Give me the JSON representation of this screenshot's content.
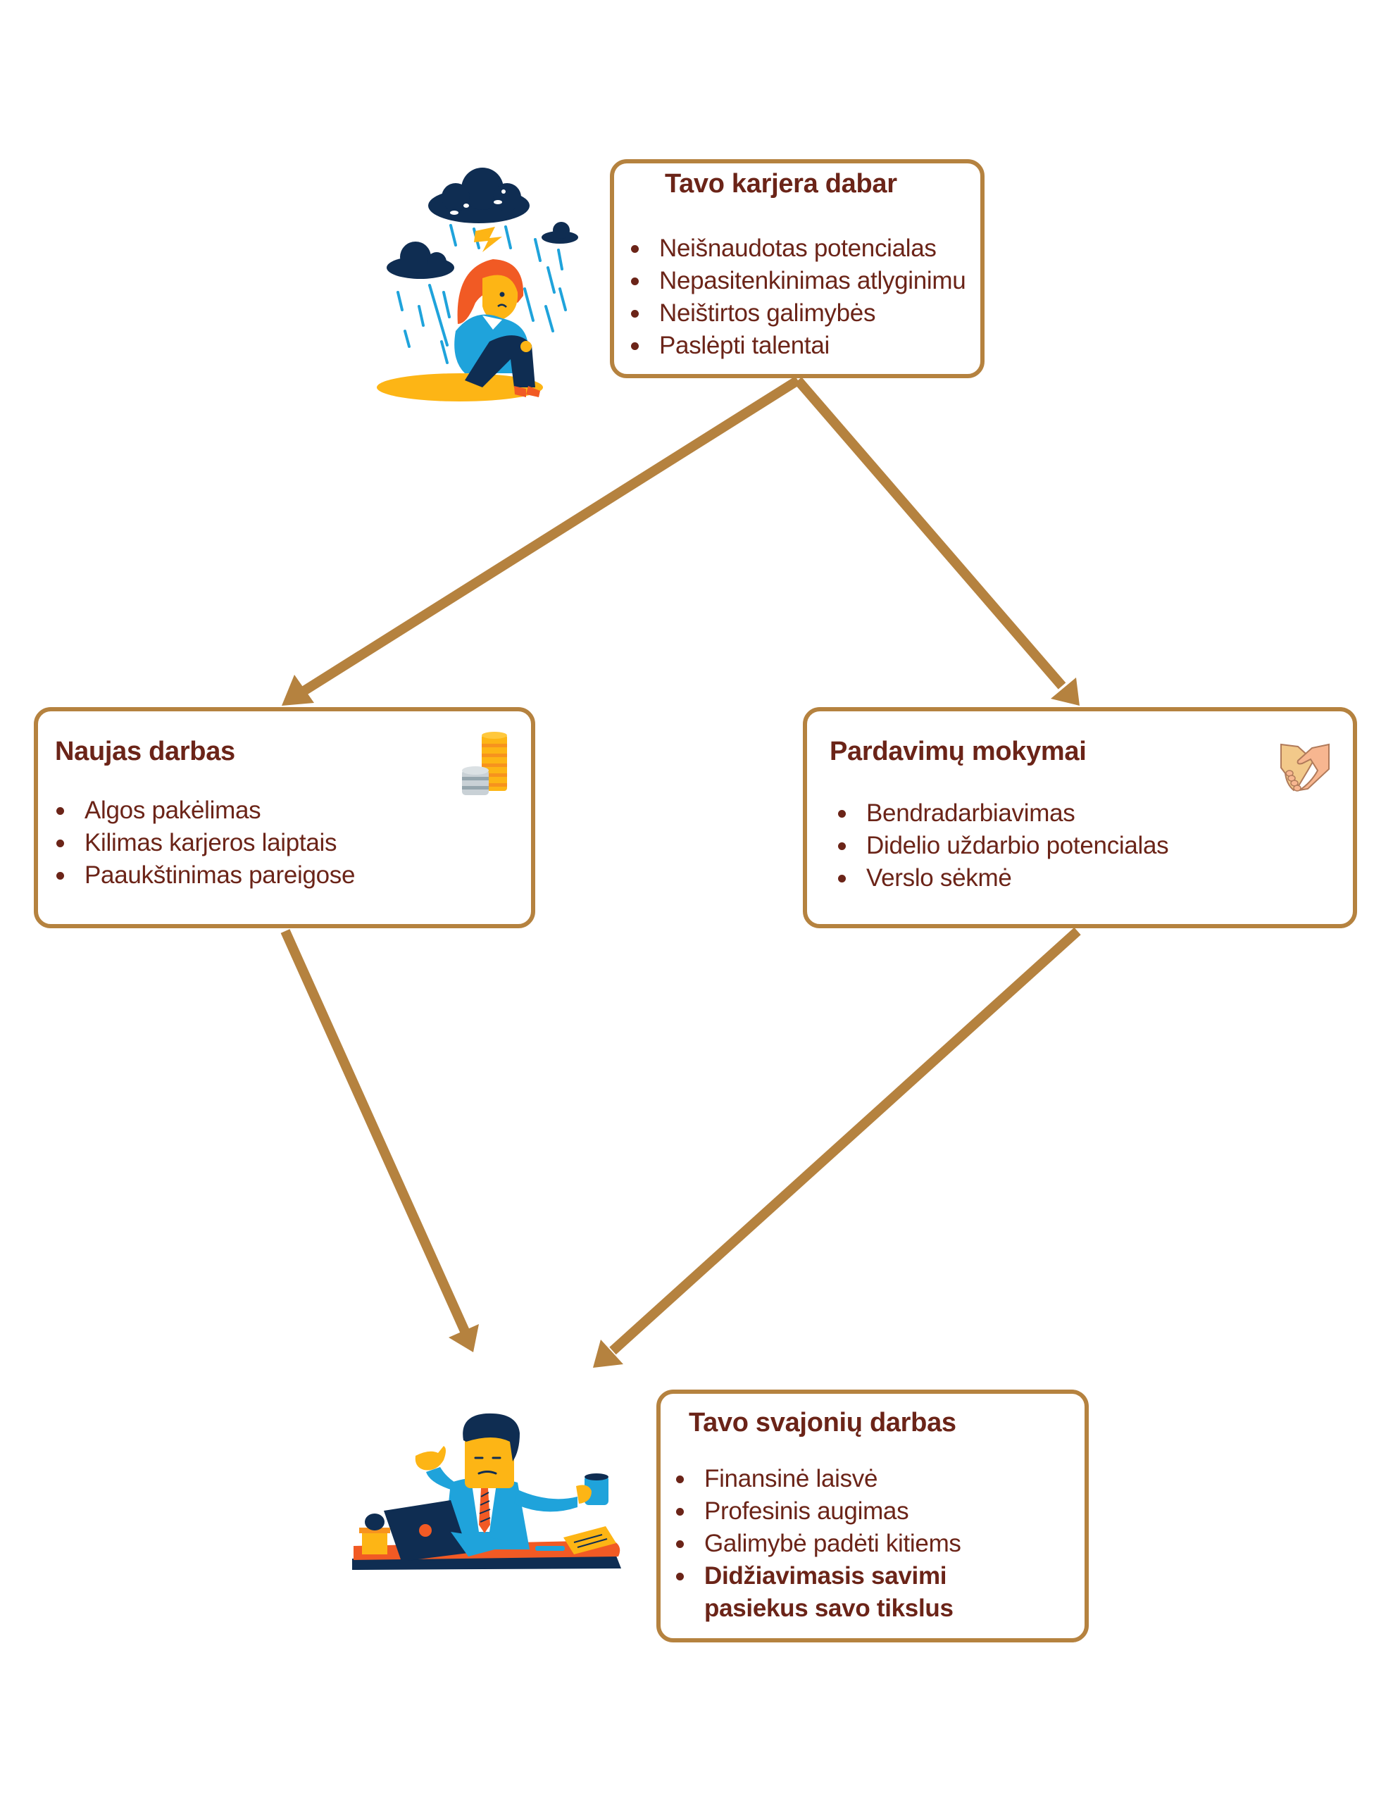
{
  "diagram": {
    "colors": {
      "border": "#b5823f",
      "arrow": "#b5823f",
      "text": "#6b2418"
    },
    "nodes": {
      "current": {
        "title": "Tavo karjera dabar",
        "items": [
          "Neišnaudotas potencialas",
          "Nepasitenkinimas atlyginimu",
          "Neištirtos galimybės",
          "Paslėpti talentai"
        ],
        "illustration": "sad-woman-in-rain-icon"
      },
      "new_job": {
        "title": "Naujas darbas",
        "items": [
          "Algos pakėlimas",
          "Kilimas karjeros laiptais",
          "Paaukštinimas pareigose"
        ],
        "icon": "coins-stack-icon"
      },
      "sales_training": {
        "title": "Pardavimų mokymai",
        "items": [
          "Bendradarbiavimas",
          "Didelio uždarbio potencialas",
          "Verslo sėkmė"
        ],
        "icon": "handshake-icon"
      },
      "dream_job": {
        "title": "Tavo svajonių darbas",
        "items": [
          "Finansinė laisvė",
          "Profesinis augimas",
          "Galimybė padėti kitiems",
          "Didžiavimasis savimi pasiekus savo tikslus"
        ],
        "bold_item_index": 3,
        "illustration": "businessman-at-desk-icon"
      }
    },
    "edges": [
      {
        "from": "current",
        "to": "new_job"
      },
      {
        "from": "current",
        "to": "sales_training"
      },
      {
        "from": "new_job",
        "to": "dream_job"
      },
      {
        "from": "sales_training",
        "to": "dream_job"
      }
    ]
  }
}
